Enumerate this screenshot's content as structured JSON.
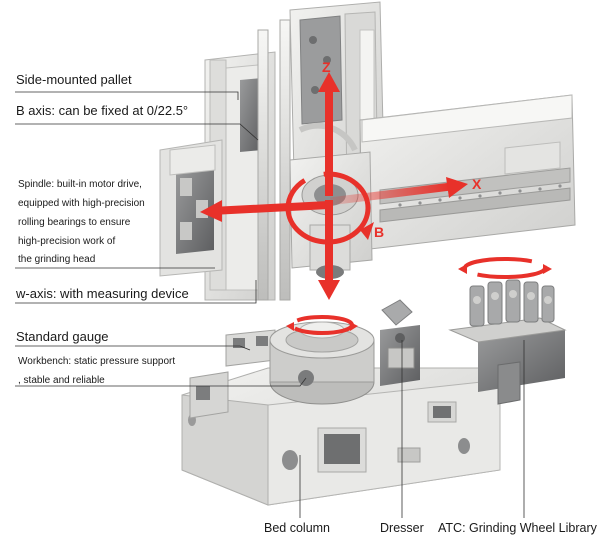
{
  "labels": {
    "side_mounted_pallet": "Side-mounted pallet",
    "b_axis": "B axis: can be fixed at 0/22.5°",
    "spindle": [
      "Spindle: built-in motor drive,",
      "equipped with high-precision",
      "rolling bearings to ensure",
      "high-precision work of",
      "the grinding head"
    ],
    "w_axis": "w-axis: with measuring device",
    "standard_gauge": "Standard gauge",
    "workbench": [
      "Workbench: static pressure support",
      ", stable and reliable"
    ],
    "bed_column": "Bed column",
    "dresser": "Dresser",
    "atc": "ATC: Grinding Wheel Library"
  },
  "axes": {
    "z": "Z",
    "x": "X",
    "b": "B"
  },
  "colors": {
    "arrow_red": "#e8312a",
    "machine_light": "#e6e6e4",
    "machine_mid": "#c9c9c7",
    "machine_dark": "#7d7e7f",
    "leader_line": "#333333"
  }
}
